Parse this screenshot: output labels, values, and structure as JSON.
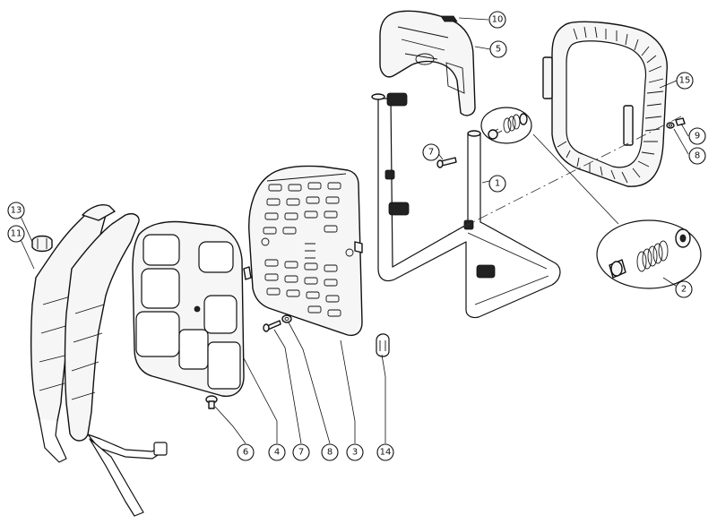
{
  "callouts": [
    {
      "id": "c1",
      "label": "1"
    },
    {
      "id": "c2",
      "label": "2"
    },
    {
      "id": "c3",
      "label": "3"
    },
    {
      "id": "c4",
      "label": "4"
    },
    {
      "id": "c5",
      "label": "5"
    },
    {
      "id": "c6",
      "label": "6"
    },
    {
      "id": "c7a",
      "label": "7"
    },
    {
      "id": "c7b",
      "label": "7"
    },
    {
      "id": "c8a",
      "label": "8"
    },
    {
      "id": "c8b",
      "label": "8"
    },
    {
      "id": "c9",
      "label": "9"
    },
    {
      "id": "c10",
      "label": "10"
    },
    {
      "id": "c11",
      "label": "11"
    },
    {
      "id": "c13",
      "label": "13"
    },
    {
      "id": "c14",
      "label": "14"
    },
    {
      "id": "c15",
      "label": "15"
    }
  ]
}
